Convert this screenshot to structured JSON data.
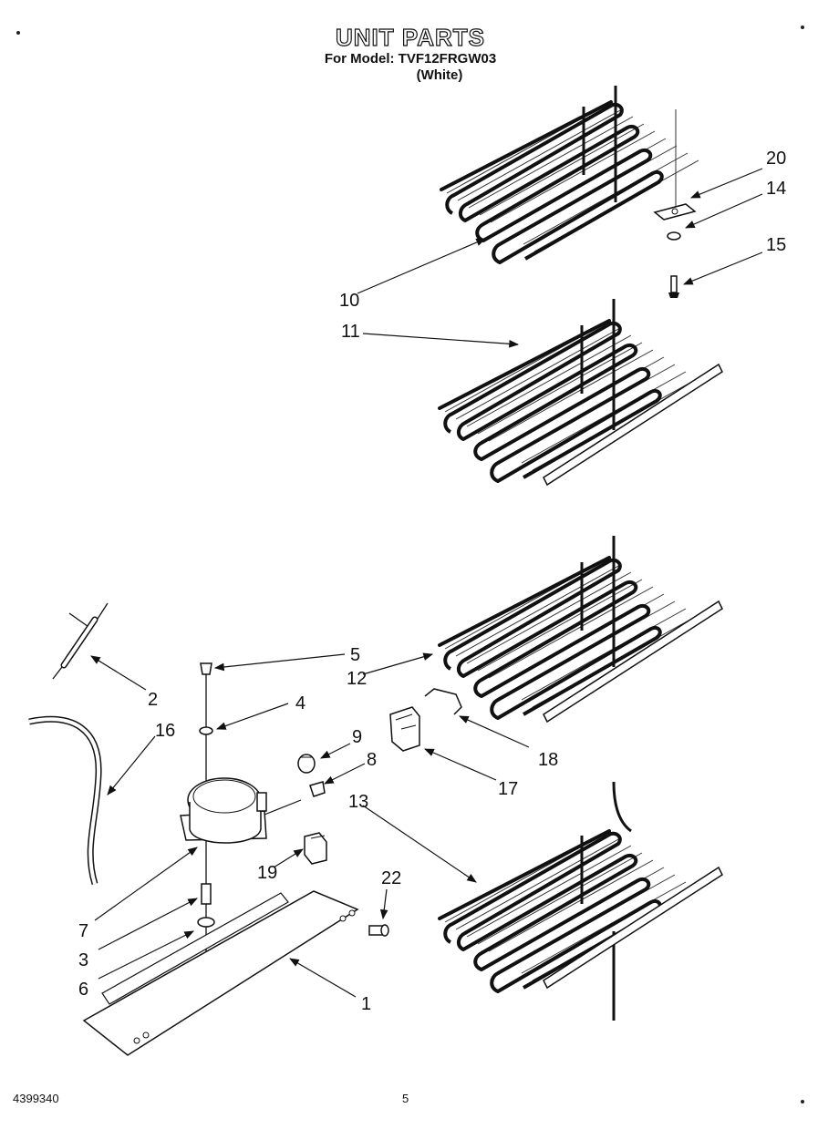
{
  "header": {
    "title": "UNIT PARTS",
    "subtitle": "For Model: TVF12FRGW03",
    "variant": "(White)"
  },
  "callouts": [
    "20",
    "14",
    "15",
    "10",
    "11",
    "5",
    "12",
    "2",
    "4",
    "16",
    "9",
    "8",
    "18",
    "17",
    "13",
    "19",
    "22",
    "7",
    "3",
    "6",
    "1"
  ],
  "footer": {
    "doc_number": "4399340",
    "page_number": "5"
  }
}
